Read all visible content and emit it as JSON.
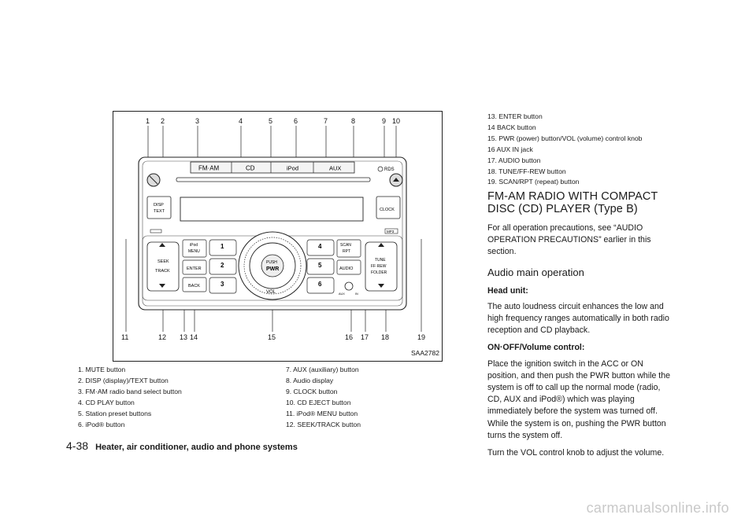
{
  "figure": {
    "code": "SAA2782",
    "callout_numbers": [
      "1",
      "2",
      "3",
      "4",
      "5",
      "6",
      "7",
      "8",
      "9",
      "10",
      "11",
      "12",
      "13",
      "14",
      "15",
      "16",
      "17",
      "18",
      "19"
    ],
    "radio": {
      "band_tabs": [
        "FM·AM",
        "CD",
        "iPod",
        "AUX"
      ],
      "rds": "RDS",
      "disp_text": [
        "DISP",
        "TEXT"
      ],
      "clock": "CLOCK",
      "mp3": "MP3",
      "ipod_menu": [
        "iPod",
        "MENU"
      ],
      "seek": "SEEK",
      "track": "TRACK",
      "enter": "ENTER",
      "back": "BACK",
      "presets": [
        "1",
        "2",
        "3",
        "4",
        "5",
        "6"
      ],
      "push": "PUSH",
      "pwr": "PWR",
      "vol": "VOL",
      "scan_rpt": [
        "SCAN",
        "RPT"
      ],
      "audio": "AUDIO",
      "tune": [
        "TUNE",
        "FF·REW",
        "FOLDER"
      ],
      "aux_in": [
        "AUX",
        "IN"
      ]
    }
  },
  "captions_left": [
    "1.  MUTE button",
    "2.  DISP (display)/TEXT button",
    "3.  FM·AM radio band select button",
    "4.  CD PLAY button",
    "5.  Station preset buttons",
    "6.  iPod® button"
  ],
  "captions_mid": [
    "7.  AUX (auxiliary) button",
    "8.  Audio display",
    "9.  CLOCK button",
    "10. CD EJECT button",
    "11. iPod® MENU button",
    "12. SEEK/TRACK button"
  ],
  "captions_right": [
    "13.  ENTER button",
    "14  BACK button",
    "15.  PWR (power) button/VOL (volume) control knob",
    "16  AUX IN jack",
    "17.  AUDIO button",
    "18.  TUNE/FF-REW button",
    "19.  SCAN/RPT (repeat) button"
  ],
  "section_title": "FM-AM RADIO WITH COMPACT DISC (CD) PLAYER (Type B)",
  "intro": "For all operation precautions, see “AUDIO OPERATION PRECAUTIONS” earlier in this section.",
  "subheading": "Audio main operation",
  "head_unit_label": "Head unit:",
  "head_unit_text": "The auto loudness circuit enhances the low and high frequency ranges automatically in both radio reception and CD playback.",
  "onoff_label": "ON·OFF/Volume control:",
  "onoff_text": "Place the ignition switch in the ACC or ON position, and then push the PWR button while the system is off to call up the normal mode (radio, CD, AUX and iPod®) which was playing immediately before the system was turned off. While the system is on, pushing the PWR button turns the system off.",
  "vol_text": "Turn the VOL control knob to adjust the volume.",
  "footer": {
    "page_number": "4-38",
    "chapter": "Heater, air conditioner, audio and phone systems"
  },
  "watermark": "carmanualsonline.info"
}
